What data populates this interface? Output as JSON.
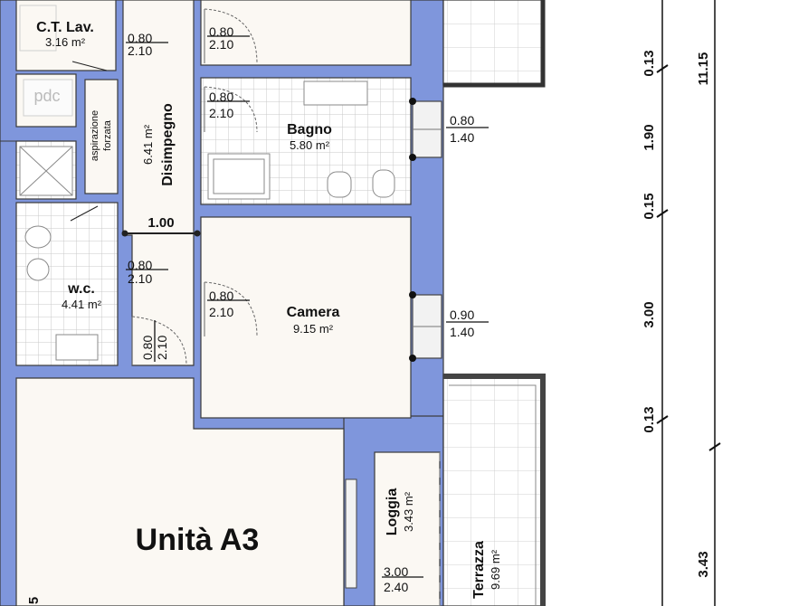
{
  "plan": {
    "colors": {
      "wall": "#7f96dc",
      "wall_stroke": "#3a3a3a",
      "floor": "#fbf8f3",
      "tile_grid": "#c8c8c8",
      "background": "#ffffff"
    },
    "unit": {
      "name": "Unità A3"
    },
    "rooms": {
      "ct_lav": {
        "name": "C.T. Lav.",
        "area": "3.16 m²"
      },
      "disimpegno": {
        "name": "Disimpegno",
        "area": "6.41 m²"
      },
      "aspirazione": {
        "line1": "aspirazione",
        "line2": "forzata"
      },
      "pdc": {
        "label": "pdc"
      },
      "bagno": {
        "name": "Bagno",
        "area": "5.80 m²"
      },
      "wc": {
        "name": "w.c.",
        "area": "4.41 m²"
      },
      "camera": {
        "name": "Camera",
        "area": "9.15 m²"
      },
      "loggia": {
        "name": "Loggia",
        "area": "3.43 m²"
      },
      "terrazza": {
        "name": "Terrazza",
        "area": "9.69 m²"
      }
    },
    "doors": {
      "d_ct": {
        "width": "0.80",
        "height": "2.10"
      },
      "d_top": {
        "width": "0.80",
        "height": "2.10"
      },
      "d_bagno": {
        "width": "0.80",
        "height": "2.10"
      },
      "d_wc": {
        "width": "0.80",
        "height": "2.10"
      },
      "d_camera": {
        "width": "0.80",
        "height": "2.10"
      },
      "d_small": {
        "width": "0.80",
        "height": "2.10"
      },
      "loggia_door": {
        "width": "3.00",
        "height": "2.40"
      }
    },
    "windows": {
      "w_bagno": {
        "width": "0.80",
        "height": "1.40"
      },
      "w_camera": {
        "width": "0.90",
        "height": "1.40"
      }
    },
    "corridor_width": "1.00",
    "dims_vertical": {
      "a": "0.13",
      "b": "1.90",
      "c": "0.15",
      "d": "3.00",
      "e": "0.13",
      "f": "3.43",
      "total": "11.15",
      "left_edge": "5"
    }
  }
}
